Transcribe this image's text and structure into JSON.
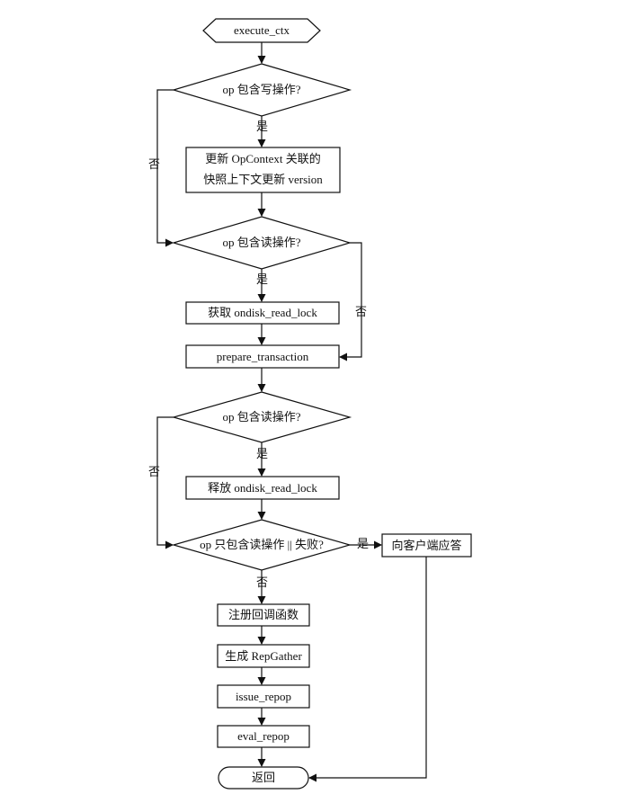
{
  "nodes": {
    "start": "execute_ctx",
    "q_write": "op 包含写操作?",
    "update_line1": "更新 OpContext 关联的",
    "update_line2": "快照上下文更新 version",
    "q_read1": "op 包含读操作?",
    "get_lock": "获取 ondisk_read_lock",
    "prepare": "prepare_transaction",
    "q_read2": "op 包含读操作?",
    "release_lock": "释放 ondisk_read_lock",
    "q_readonly_fail": "op 只包含读操作 || 失败?",
    "reply": "向客户端应答",
    "register": "注册回调函数",
    "gen_gather": "生成 RepGather",
    "issue": "issue_repop",
    "eval": "eval_repop",
    "return": "返回"
  },
  "edge_labels": {
    "yes": "是",
    "no": "否"
  },
  "colors": {
    "stroke": "#111111",
    "background": "#ffffff"
  }
}
